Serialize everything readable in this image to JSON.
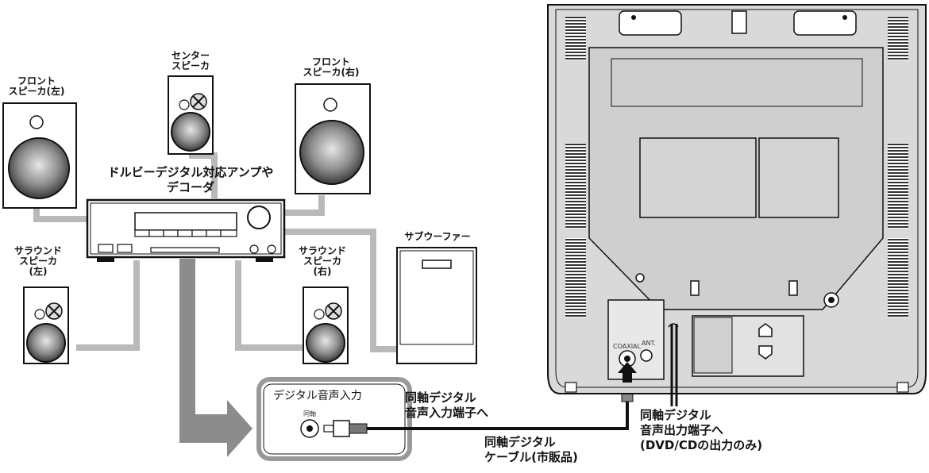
{
  "labels": {
    "front_left": "フロント\nスピーカ(左)",
    "center": "センター\nスピーカ",
    "front_right": "フロント\nスピーカ(右)",
    "amp": "ドルビーデジタル対応アンプや\nデコーダ",
    "surround_left": "サラウンド\nスピーカ\n(左)",
    "surround_right": "サラウンド\nスピーカ\n(右)",
    "subwoofer": "サブウーファー",
    "digital_input_box": "デジタル音声入力",
    "coax_small": "同軸",
    "coax_input_terminal": "同軸デジタル\n音声入力端子へ",
    "coax_cable": "同軸デジタル\nケーブル(市販品)",
    "coax_output_terminal": "同軸デジタル\n音声出力端子へ\n(DVD/CDの出力のみ)",
    "tv_coaxial": "COAXIAL",
    "tv_ant": "ANT."
  },
  "colors": {
    "line": "#111111",
    "cable_gray": "#b9b9b9",
    "arrow_gray": "#8c8c8c",
    "panel_gray": "#d9d9d9"
  }
}
